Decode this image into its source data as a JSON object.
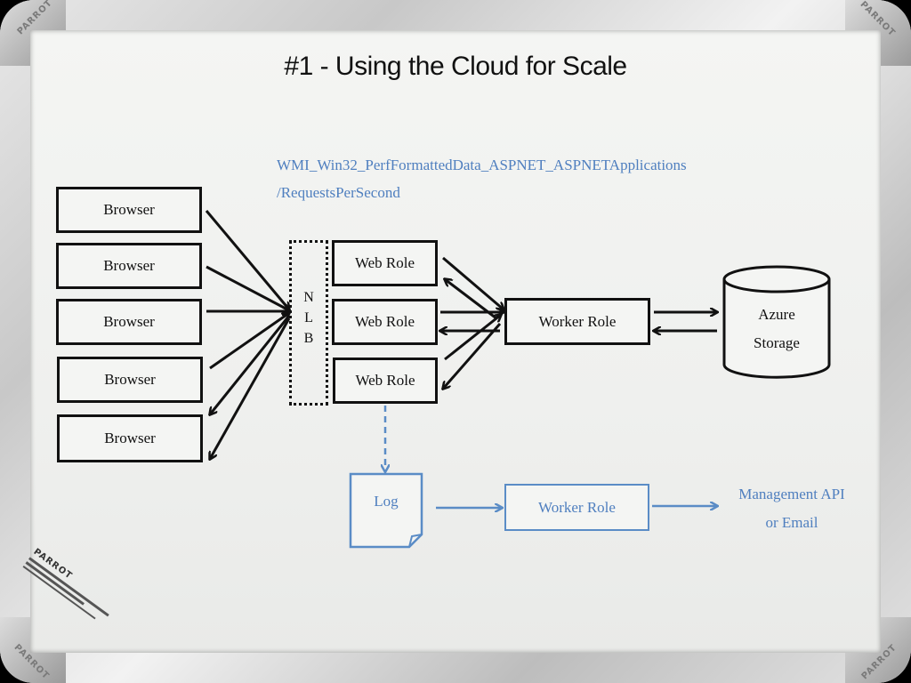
{
  "title": "#1 - Using the Cloud for Scale",
  "perf_counter": {
    "line1": "WMI_Win32_PerfFormattedData_ASPNET_ASPNETApplications",
    "line2": "/RequestsPerSecond"
  },
  "browsers": [
    "Browser",
    "Browser",
    "Browser",
    "Browser",
    "Browser"
  ],
  "nlb_letters": [
    "N",
    "L",
    "B"
  ],
  "web_roles": [
    "Web Role",
    "Web Role",
    "Web Role"
  ],
  "worker_role": "Worker Role",
  "storage": {
    "line1": "Azure",
    "line2": "Storage"
  },
  "log": "Log",
  "worker_role_2": "Worker Role",
  "management": {
    "line1": "Management API",
    "line2": "or Email"
  },
  "board_brand": "PARROT",
  "colors": {
    "ink": "#111111",
    "blue": "#4f7fbf",
    "board": "#f4f5f3"
  }
}
